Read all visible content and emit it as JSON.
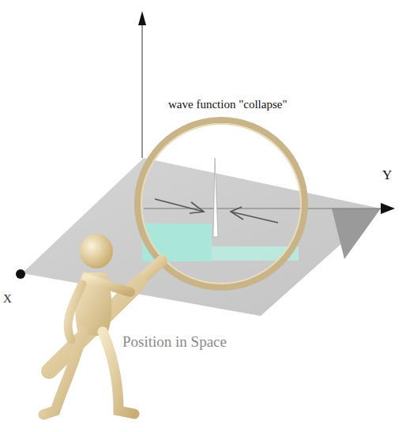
{
  "diagram": {
    "labels": [
      "wave function \"collapse\"",
      "Y",
      "X",
      "Position in Space"
    ]
  }
}
